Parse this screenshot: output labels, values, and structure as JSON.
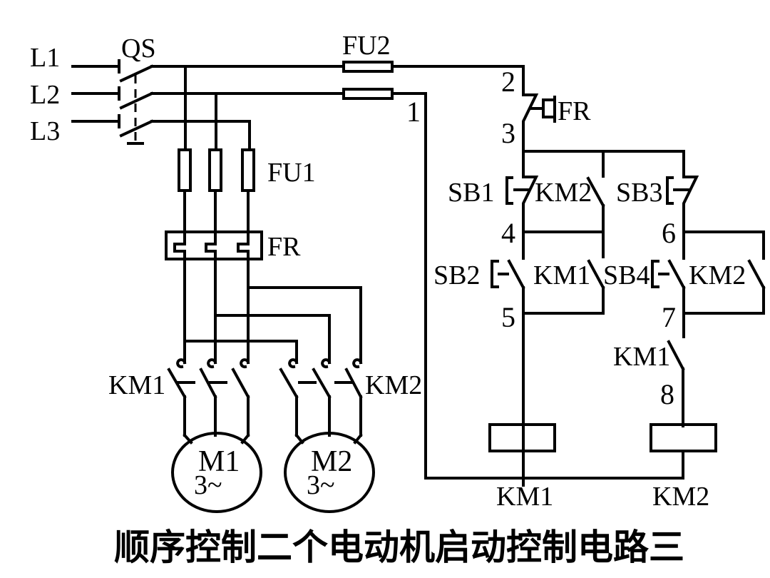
{
  "title": "顺序控制二个电动机启动控制电路三",
  "power_lines": [
    "L1",
    "L2",
    "L3"
  ],
  "components": {
    "main_switch": "QS",
    "main_fuse": "FU1",
    "control_fuse": "FU2",
    "thermal_relay": "FR",
    "thermal_relay_contact": "FR",
    "motor1": {
      "name": "M1",
      "rating": "3~"
    },
    "motor2": {
      "name": "M2",
      "rating": "3~"
    },
    "contactor1_main": "KM1",
    "contactor2_main": "KM2",
    "stop_button_1": "SB1",
    "start_button_1": "SB2",
    "stop_button_2": "SB3",
    "start_button_2": "SB4",
    "km2_contact_parallel_sb1": "KM2",
    "km1_self_lock": "KM1",
    "km2_self_lock": "KM2",
    "km1_interlock": "KM1",
    "coil1": "KM1",
    "coil2": "KM2"
  },
  "nodes": [
    "1",
    "2",
    "3",
    "4",
    "5",
    "6",
    "7",
    "8"
  ]
}
